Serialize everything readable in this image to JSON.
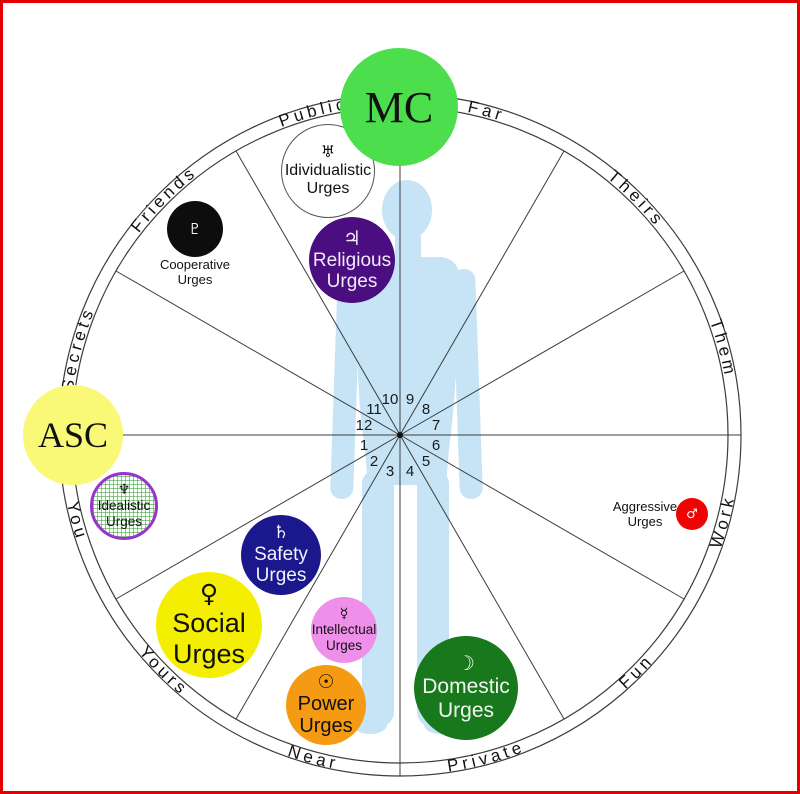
{
  "colors": {
    "frame_border": "#e50000",
    "wheel_line": "#3c3c3c",
    "silhouette": "#c6e4f6",
    "hatch_pattern_green": "#50aa50",
    "hatch_border_purple": "#9933cc"
  },
  "axes": {
    "mc": {
      "label": "MC",
      "fill": "#4dde4d",
      "text_color": "#111111"
    },
    "asc": {
      "label": "ASC",
      "fill": "#f9f877",
      "text_color": "#111111"
    }
  },
  "wheel": {
    "house_numbers": [
      "1",
      "2",
      "3",
      "4",
      "5",
      "6",
      "7",
      "8",
      "9",
      "10",
      "11",
      "12"
    ],
    "rim_labels": [
      {
        "house": "1",
        "label": "You"
      },
      {
        "house": "2",
        "label": "Yours"
      },
      {
        "house": "3",
        "label": "Near"
      },
      {
        "house": "4",
        "label": "Private"
      },
      {
        "house": "5",
        "label": "Fun"
      },
      {
        "house": "6",
        "label": "Work"
      },
      {
        "house": "7",
        "label": "Them"
      },
      {
        "house": "8",
        "label": "Theirs"
      },
      {
        "house": "9",
        "label": "Far"
      },
      {
        "house": "10",
        "label": "Public"
      },
      {
        "house": "11",
        "label": "Friends"
      },
      {
        "house": "12",
        "label": "Secrets"
      }
    ]
  },
  "urges": [
    {
      "symbol": "♅",
      "symbol_name": "uranus-icon",
      "line1": "Idividualistic",
      "line2": "Urges",
      "fill": "#ffffff",
      "text_color": "#111111"
    },
    {
      "symbol": "♇",
      "symbol_name": "pluto-icon",
      "line1": "Cooperative",
      "line2": "Urges",
      "fill": "#0d0d0d",
      "text_color": "#f5f5f5"
    },
    {
      "symbol": "♃",
      "symbol_name": "jupiter-icon",
      "line1": "Religious",
      "line2": "Urges",
      "fill": "#4a0e80",
      "text_color": "#f2eaf8"
    },
    {
      "symbol": "♆",
      "symbol_name": "neptune-icon",
      "line1": "Idealistic",
      "line2": "Urges",
      "fill": "#ffffff",
      "text_color": "#111111"
    },
    {
      "symbol": "♄",
      "symbol_name": "saturn-icon",
      "line1": "Safety",
      "line2": "Urges",
      "fill": "#1a188c",
      "text_color": "#f2f2fa"
    },
    {
      "symbol": "♀",
      "symbol_name": "venus-icon",
      "line1": "Social",
      "line2": "Urges",
      "fill": "#f4ee00",
      "text_color": "#111111"
    },
    {
      "symbol": "☿",
      "symbol_name": "mercury-icon",
      "line1": "Intellectual",
      "line2": "Urges",
      "fill": "#ee8fe9",
      "text_color": "#111111"
    },
    {
      "symbol": "☉",
      "symbol_name": "sun-icon",
      "line1": "Power",
      "line2": "Urges",
      "fill": "#f59b13",
      "text_color": "#111111"
    },
    {
      "symbol": "☽",
      "symbol_name": "moon-icon",
      "line1": "Domestic",
      "line2": "Urges",
      "fill": "#17781c",
      "text_color": "#f0f7f0"
    },
    {
      "symbol": "♂",
      "symbol_name": "mars-icon",
      "line1": "Aggressive",
      "line2": "Urges",
      "fill": "#ee0404",
      "text_color": "#ffffff"
    }
  ]
}
